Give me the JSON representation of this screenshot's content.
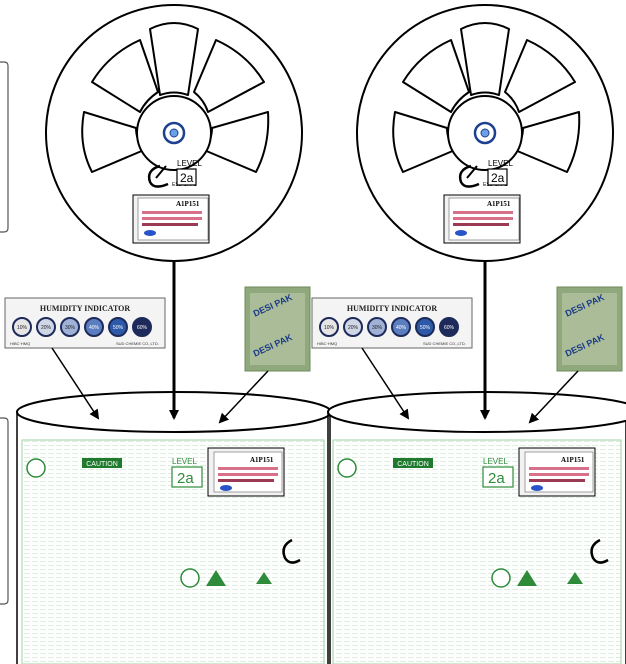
{
  "reel_left": {
    "level_label": "LEVEL",
    "level_value": "2a",
    "reel_label_code": "A1P151",
    "brand_mark": "SAMSUNG"
  },
  "reel_right": {
    "level_label": "LEVEL",
    "level_value": "2a",
    "reel_label_code": "A1P151",
    "brand_mark": "SAMSUNG"
  },
  "humidity_card_left": {
    "title": "HUMIDITY INDICATOR",
    "spots": [
      "10%",
      "20%",
      "30%",
      "40%",
      "50%",
      "60%"
    ],
    "footnote": "HIBC·HMQ",
    "maker": "SUD CHEMIE CO.,LTD."
  },
  "humidity_card_right": {
    "title": "HUMIDITY INDICATOR",
    "spots": [
      "10%",
      "20%",
      "30%",
      "40%",
      "50%",
      "60%"
    ],
    "footnote": "HIBC·HMQ",
    "maker": "SUD CHEMIE CO.,LTD."
  },
  "desiccant_left": {
    "text_top": "DESI PAK",
    "text_bottom": "DESI PAK"
  },
  "desiccant_right": {
    "text_top": "DESI PAK",
    "text_bottom": "DESI PAK"
  },
  "bag_left": {
    "caution_label": "CAUTION",
    "level_label": "LEVEL",
    "level_value": "2a",
    "label_code": "A1P151"
  },
  "bag_right": {
    "caution_label": "CAUTION",
    "level_label": "LEVEL",
    "level_value": "2a",
    "label_code": "A1P151"
  },
  "colors": {
    "line": "#000000",
    "bag_text_green": "#2e8b3a",
    "caution_fill": "#1f7a2e",
    "card_navy": "#1e2a5a",
    "desiccant_green": "#7d9a6a",
    "label_pink": "#d9708a"
  }
}
